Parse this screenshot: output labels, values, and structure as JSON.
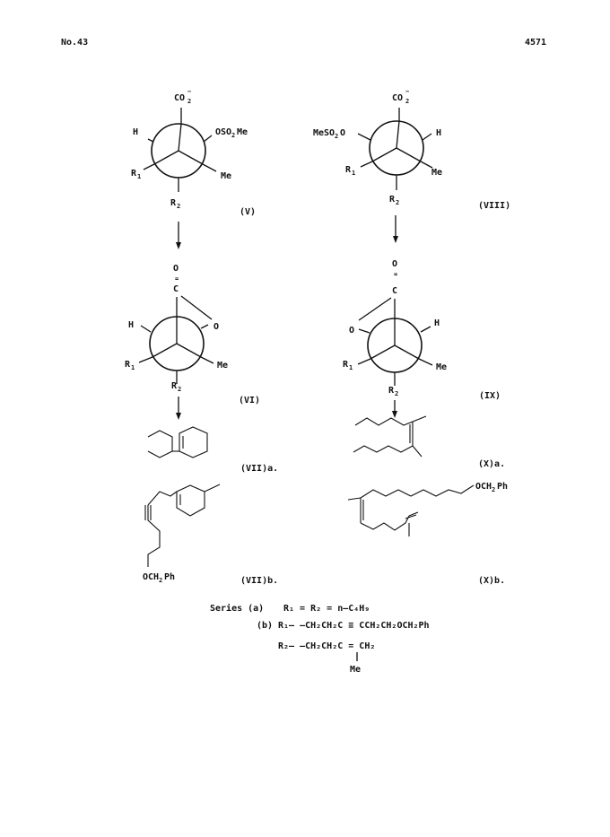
{
  "header": {
    "journal_no": "No.43",
    "page_number": "4571"
  },
  "structures": {
    "V": {
      "caption": "(V)",
      "top": "CO",
      "top_sub": "2",
      "top_sup": "−",
      "left": "H",
      "right": "OSO",
      "right_sub": "2",
      "right_tail": "Me",
      "lower_left": "R",
      "lower_left_sub": "1",
      "lower_right": "Me",
      "bottom": "R",
      "bottom_sub": "2"
    },
    "VIII": {
      "caption": "(VIII)",
      "top": "CO",
      "top_sub": "2",
      "top_sup": "−",
      "left": "MeSO",
      "left_sub": "2",
      "left_tail": "O",
      "right": "H",
      "lower_left": "R",
      "lower_left_sub": "1",
      "lower_right": "Me",
      "bottom": "R",
      "bottom_sub": "2"
    },
    "VI": {
      "caption": "(VI)",
      "o_top": "O",
      "eq": "=",
      "c": "C",
      "ring_o": "O",
      "left": "H",
      "lower_left": "R",
      "lower_left_sub": "1",
      "lower_right": "Me",
      "bottom": "R",
      "bottom_sub": "2"
    },
    "IX": {
      "caption": "(IX)",
      "o_top": "O",
      "eq": "=",
      "c": "C",
      "ring_o": "O",
      "right": "H",
      "lower_left": "R",
      "lower_left_sub": "1",
      "lower_right": "Me",
      "bottom": "R",
      "bottom_sub": "2"
    },
    "VIIa": {
      "caption": "(VII)a."
    },
    "Xa": {
      "caption": "(X)a."
    },
    "VIIb": {
      "caption": "(VII)b.",
      "substituent": "OCH",
      "substituent_sub": "2",
      "substituent_tail": "Ph"
    },
    "Xb": {
      "caption": "(X)b.",
      "substituent": "OCH",
      "substituent_sub": "2",
      "substituent_tail": "Ph"
    }
  },
  "series": {
    "a_label": "Series (a)",
    "a_text": "R₁ = R₂ = n–C₄H₉",
    "b_label": "(b)",
    "b_text": "R₁– –CH₂CH₂C ≡ CCH₂CH₂OCH₂Ph",
    "r2_text": "R₂– –CH₂CH₂C = CH₂",
    "r2_branch": "Me"
  }
}
